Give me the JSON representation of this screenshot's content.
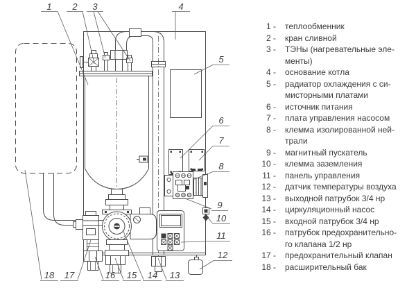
{
  "figure": {
    "callouts": {
      "c1": "1",
      "c2": "2",
      "c3": "3",
      "c4": "4",
      "c5": "5",
      "c6": "6",
      "c7": "7",
      "c8": "8",
      "c9": "9",
      "c10": "10",
      "c11": "11",
      "c12": "12",
      "c13": "13",
      "c14": "14",
      "c15": "15",
      "c16": "16",
      "c17": "17",
      "c18": "18"
    }
  },
  "legend": {
    "items": [
      {
        "num": "1 -",
        "lines": [
          "теплообменник"
        ]
      },
      {
        "num": "2 -",
        "lines": [
          "кран сливной"
        ]
      },
      {
        "num": "3 -",
        "lines": [
          "ТЭНы (нагревательные эле-",
          "менты)"
        ]
      },
      {
        "num": "4 -",
        "lines": [
          "основание котла"
        ]
      },
      {
        "num": "5 -",
        "lines": [
          "радиатор охлаждения с си-",
          "мисторными платами"
        ]
      },
      {
        "num": "6 -",
        "lines": [
          "источник питания"
        ]
      },
      {
        "num": "7 -",
        "lines": [
          "плата управления насосом"
        ]
      },
      {
        "num": "8 -",
        "lines": [
          "клемма изолированной ней-",
          "трали"
        ]
      },
      {
        "num": "9 -",
        "lines": [
          "магнитный пускатель"
        ]
      },
      {
        "num": "10 -",
        "lines": [
          "клемма заземления"
        ]
      },
      {
        "num": "11 -",
        "lines": [
          "панель управления"
        ]
      },
      {
        "num": "12 -",
        "lines": [
          "датчик температуры воздуха"
        ]
      },
      {
        "num": "13 -",
        "lines": [
          "выходной патрубок 3/4 нр"
        ]
      },
      {
        "num": "14 -",
        "lines": [
          "циркуляционный насос"
        ]
      },
      {
        "num": "15 -",
        "lines": [
          "входной патрубок 3/4 нр"
        ]
      },
      {
        "num": "16 -",
        "lines": [
          "патрубок предохранительно-",
          "го клапана 1/2 нр"
        ]
      },
      {
        "num": "17 -",
        "lines": [
          "предохранительный клапан"
        ]
      },
      {
        "num": "18 -",
        "lines": [
          "расширительный бак"
        ]
      }
    ]
  },
  "colors": {
    "line": "#4a4a4a",
    "text": "#3a3a3a",
    "background": "#ffffff"
  }
}
